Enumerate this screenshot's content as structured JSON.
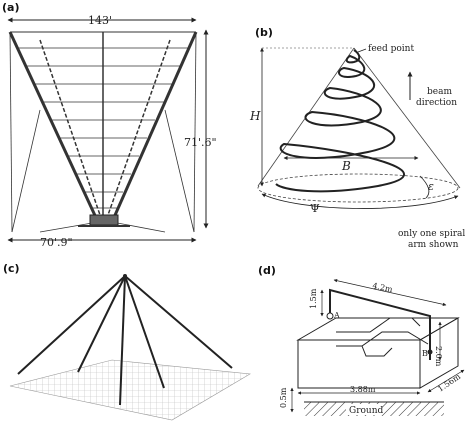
{
  "panels": {
    "a": {
      "label": "(a)",
      "top_width": "143'",
      "height": "71'.6\"",
      "bottom_width": "70'.9\""
    },
    "b": {
      "label": "(b)",
      "feed_point": "feed point",
      "beam_direction_1": "beam",
      "beam_direction_2": "direction",
      "H": "H",
      "B": "B",
      "epsilon": "ε",
      "psi": "Ψ",
      "note_1": "only one spiral",
      "note_2": "arm shown"
    },
    "c": {
      "label": "(c)"
    },
    "d": {
      "label": "(d)",
      "dim_4_2m": "4.2m",
      "dim_1_5m": "1.5m",
      "dim_2_0m": "2.0m",
      "dim_3_88m": "3.88m",
      "dim_1_56m": "1.56m",
      "dim_0_5m": "0.5m",
      "point_a": "A",
      "point_b": "B",
      "ground": "Ground"
    }
  }
}
